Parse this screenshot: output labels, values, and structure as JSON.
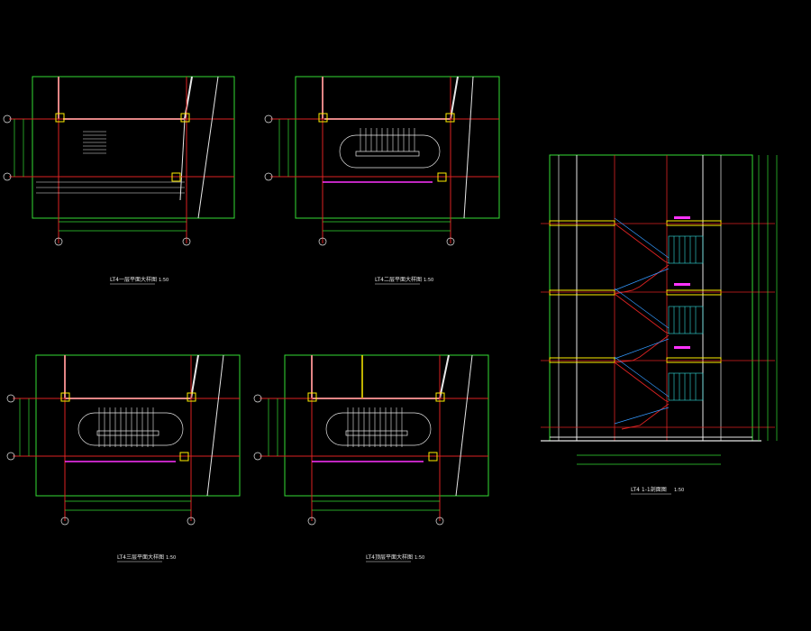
{
  "colors": {
    "background": "#000000",
    "frame": "#33dd33",
    "axis": "#dd2222",
    "wall": "#e8e8e8",
    "accent": "#ffee00",
    "tag": "#ff33ff",
    "blue": "#3399ff",
    "cyan": "#33dddd"
  },
  "titles": {
    "p1": "LT4一层平面大样图",
    "p2": "LT4二层平面大样图",
    "p3": "LT4三层平面大样图",
    "p4": "LT4顶层平面大样图",
    "section": "LT4 1-1剖面图",
    "scale": "1:50"
  }
}
